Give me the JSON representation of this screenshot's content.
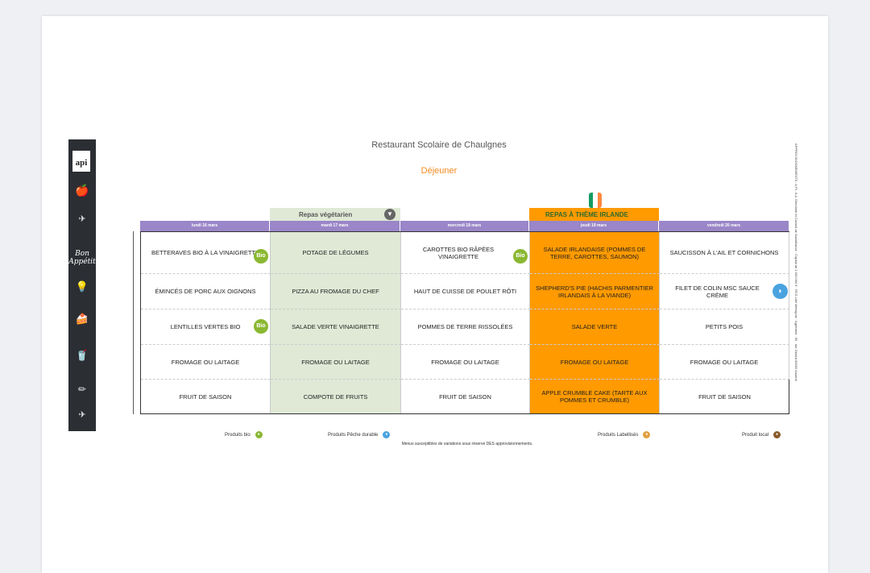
{
  "header": {
    "title": "Restaurant Scolaire de Chaulgnes",
    "meal": "Déjeuner"
  },
  "brand": {
    "logo": "api",
    "tagline": "Bon Appétit"
  },
  "specials": {
    "vegetarian": "Repas végétarien",
    "irish": "REPAS À THÈME IRLANDE"
  },
  "days": [
    "lundi 16 mars",
    "mardi 17 mars",
    "mercredi 18 mars",
    "jeudi 19 mars",
    "vendredi 20 mars"
  ],
  "menu": [
    [
      "BETTERAVES BIO À LA VINAIGRETTE",
      "POTAGE DE LÉGUMES",
      "CAROTTES BIO RÂPÉES VINAIGRETTE",
      "SALADE IRLANDAISE (POMMES DE TERRE, CAROTTES, SAUMON)",
      "SAUCISSON À L'AIL ET CORNICHONS"
    ],
    [
      "ÉMINCÉS DE PORC AUX OIGNONS",
      "PIZZA AU FROMAGE DU CHEF",
      "HAUT DE CUISSE DE POULET RÔTI",
      "SHEPHERD'S PIE (HACHIS PARMENTIER IRLANDAIS À LA VIANDE)",
      "FILET DE COLIN MSC SAUCE CRÈME"
    ],
    [
      "LENTILLES VERTES BIO",
      "SALADE VERTE VINAIGRETTE",
      "POMMES DE TERRE RISSOLÉES",
      "SALADE VERTE",
      "PETITS POIS"
    ],
    [
      "FROMAGE OU LAITAGE",
      "FROMAGE OU LAITAGE",
      "FROMAGE OU LAITAGE",
      "FROMAGE OU LAITAGE",
      "FROMAGE OU LAITAGE"
    ],
    [
      "FRUIT DE SAISON",
      "COMPOTE DE FRUITS",
      "FRUIT DE SAISON",
      "APPLE CRUMBLE CAKE (TARTE AUX POMMES ET CRUMBLE)",
      "FRUIT DE SAISON"
    ]
  ],
  "badges": {
    "bio": "Bio"
  },
  "legend": {
    "bio": "Produits bio",
    "fish": "Produits Pêche durable",
    "label": "Produits Labellisés",
    "local": "Produit local"
  },
  "note": "Menus susceptibles de variations sous réserve DES approvisionnements.",
  "side_text": "APPROVISIONNEMENTS : A.P.I. S.A. Directoire et Conseil de Surveillance · Capital de 1.000.000 € · RCS Lille Métropole · Agrément : 59 · rue Gérard 89000 Auxerre",
  "colors": {
    "veg": "#dfe9d6",
    "irish": "#ff9a00",
    "dayHeader": "#9a86c8",
    "bio": "#8ab832",
    "fish": "#4aa3df",
    "accent": "#f28c1f"
  }
}
